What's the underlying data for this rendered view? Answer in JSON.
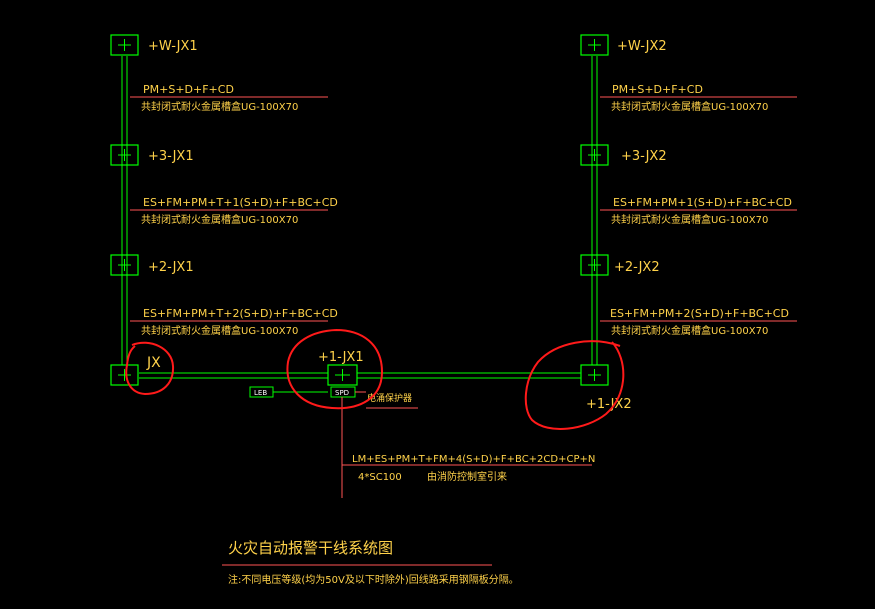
{
  "colors": {
    "background": "#000000",
    "box": "#00ff00",
    "riser": "#00ff00",
    "bus": "#00ff00",
    "label": "#ffd24a",
    "leader": "#ff5555",
    "markup": "#ff1a1a",
    "text": "#ffd24a"
  },
  "left_column": {
    "boxes": [
      {
        "label": "+W-JX1"
      },
      {
        "label": "+3-JX1"
      },
      {
        "label": "+2-JX1"
      },
      {
        "label": "JX"
      }
    ],
    "runs": [
      {
        "line1": "PM+S+D+F+CD",
        "line2": "共封闭式耐火金属槽盒UG-100X70"
      },
      {
        "line1": "ES+FM+PM+T+1(S+D)+F+BC+CD",
        "line2": "共封闭式耐火金属槽盒UG-100X70"
      },
      {
        "line1": "ES+FM+PM+T+2(S+D)+F+BC+CD",
        "line2": "共封闭式耐火金属槽盒UG-100X70"
      }
    ]
  },
  "right_column": {
    "boxes": [
      {
        "label": "+W-JX2"
      },
      {
        "label": "+3-JX2"
      },
      {
        "label": "+2-JX2"
      },
      {
        "label": "+1-JX2"
      }
    ],
    "runs": [
      {
        "line1": "PM+S+D+F+CD",
        "line2": "共封闭式耐火金属槽盒UG-100X70"
      },
      {
        "line1": "ES+FM+PM+1(S+D)+F+BC+CD",
        "line2": "共封闭式耐火金属槽盒UG-100X70"
      },
      {
        "line1": "ES+FM+PM+2(S+D)+F+BC+CD",
        "line2": "共封闭式耐火金属槽盒UG-100X70"
      }
    ]
  },
  "center": {
    "box_label": "+1-JX1",
    "leb_tag": "LEB",
    "spd_tag": "SPD",
    "spd_note": "电涌保护器",
    "feed_line1": "LM+ES+PM+T+FM+4(S+D)+F+BC+2CD+CP+N",
    "feed_line2": "4*SC100",
    "feed_line3": "由消防控制室引来"
  },
  "title": "火灾自动报警干线系统图",
  "note": "注:不同电压等级(均为50V及以下时除外)回线路采用钢隔板分隔。"
}
